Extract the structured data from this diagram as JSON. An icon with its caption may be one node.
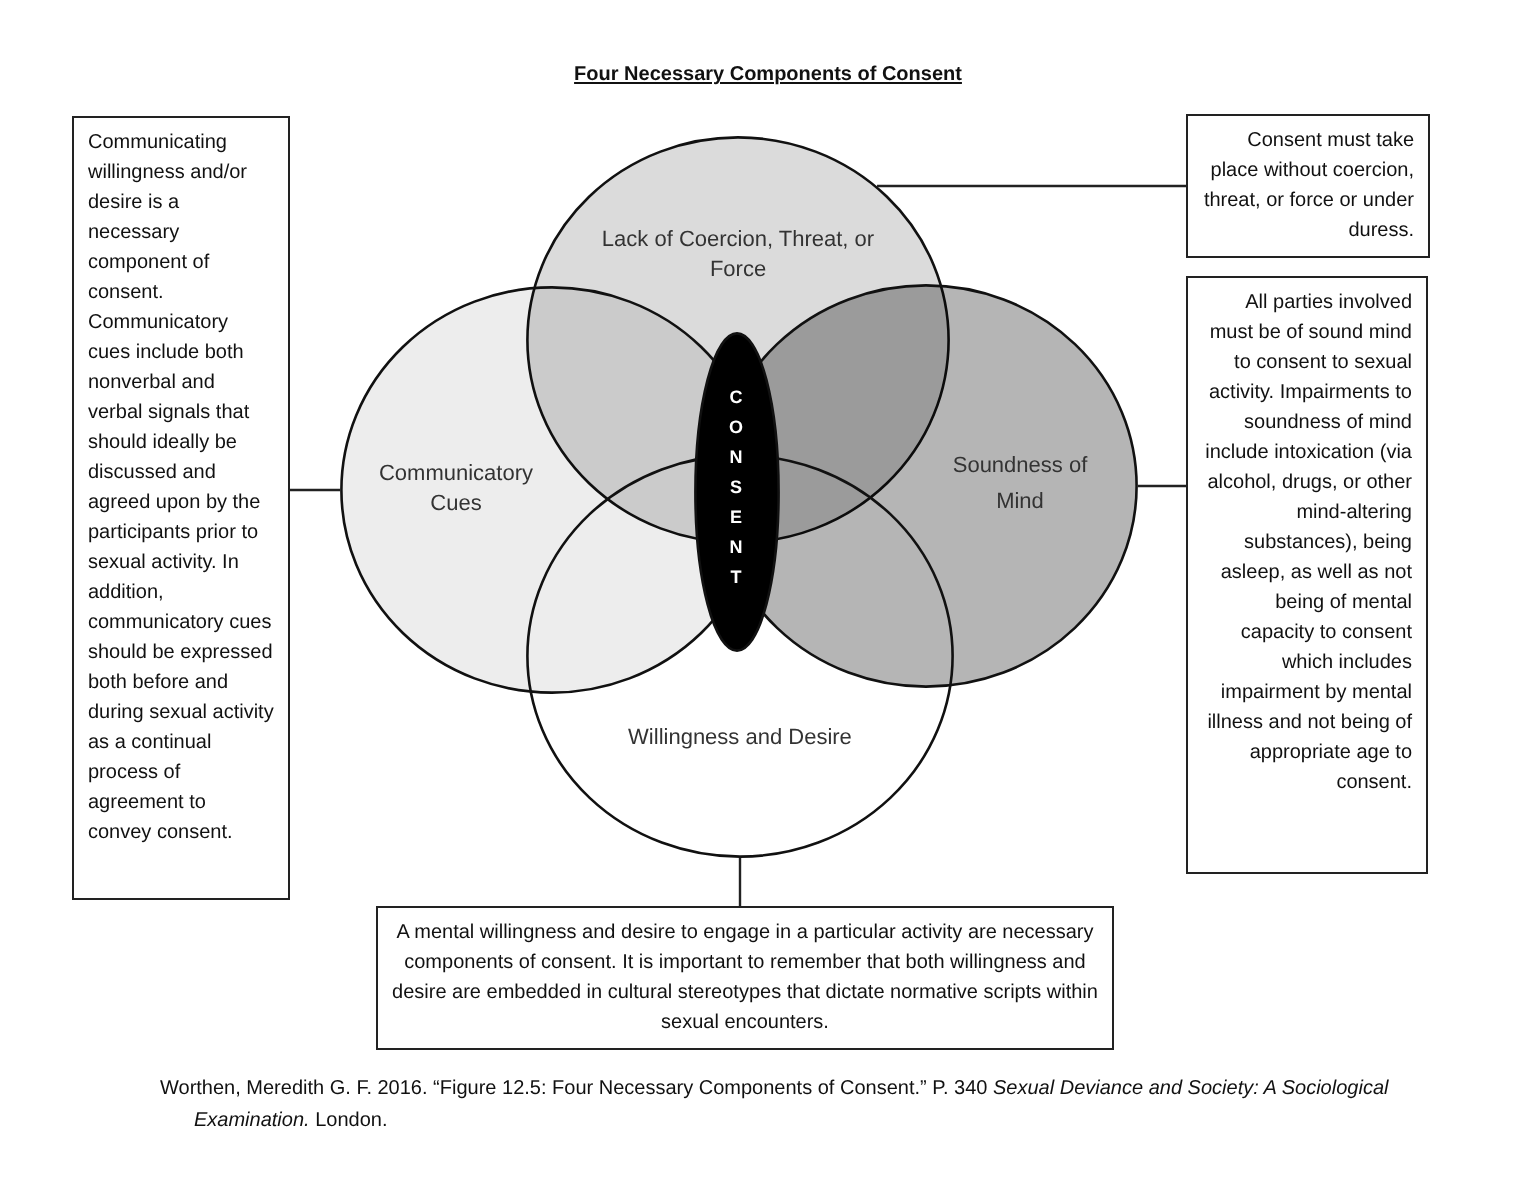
{
  "diagram": {
    "title": "Four Necessary Components of Consent",
    "caption": "Worthen, Meredith G. F. 2016. “Figure 12.5: Four Necessary Components of Consent.” P. 340 *Sexual Deviance and Society: A Sociological Examination.* London.",
    "nodes": [
      {
        "text": [
          "Communicating willingness and/or desire is a necessary component of consent. Communicatory cues include both nonverbal and verbal signals that should ideally be discussed and agreed upon by the participants prior to sexual activity. In addition, communicatory cues should be expressed both before and during sexual activity as a continual process of agreement to convey consent."
        ]
      },
      {
        "text": [
          "Consent must take place without coercion, threat, or force or under duress."
        ]
      },
      {
        "text": [
          "Lack of Coercion, Threat, or Force"
        ]
      },
      {
        "text": [
          "Communicatory Cues"
        ]
      },
      {
        "text": [
          "CONSENT"
        ]
      },
      {
        "text": [
          "Soundness of Mind"
        ]
      },
      {
        "text": [
          "All parties involved must be of sound mind to consent to sexual activity. Impairments to soundness of mind include intoxication (via alcohol, drugs, or other mind-altering substances), being asleep, as well as not being of mental capacity to consent which includes impairment by mental illness and not being of appropriate age to consent."
        ]
      },
      {
        "text": [
          "Willingness and Desire"
        ]
      },
      {
        "text": [
          "A mental willingness and desire to engage in a particular activity are necessary components of consent. It is important to remember that both willingness and desire are embedded in cultural stereotypes that dictate normative scripts within sexual encounters."
        ]
      }
    ],
    "edges": [
      {
        "from": 0,
        "to": 3,
        "arrow": "none"
      },
      {
        "from": 1,
        "to": 2,
        "arrow": "none"
      },
      {
        "from": 6,
        "to": 5,
        "arrow": "none"
      },
      {
        "from": 8,
        "to": 7,
        "arrow": "none"
      }
    ]
  }
}
